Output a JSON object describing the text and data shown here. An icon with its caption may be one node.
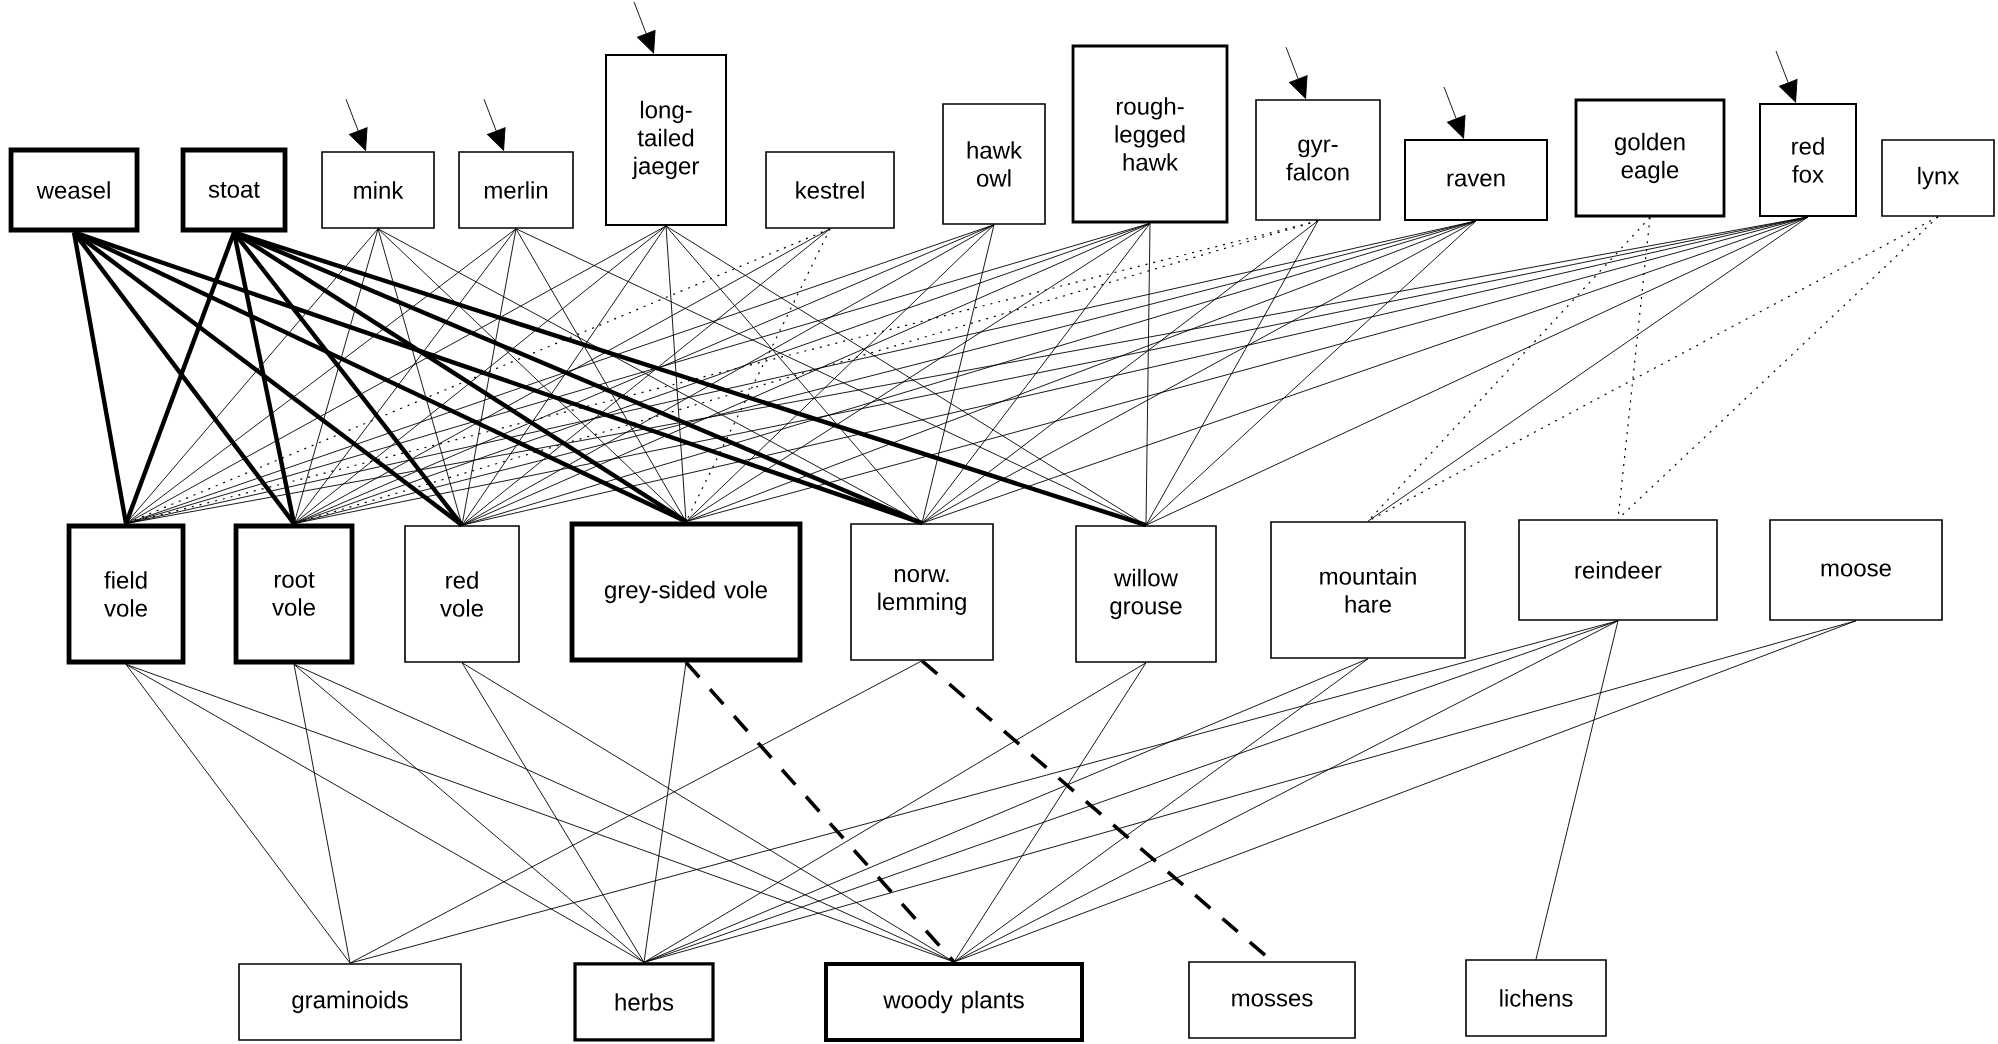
{
  "diagram": {
    "nodes": [
      {
        "text": [
          "weasel"
        ]
      },
      {
        "text": [
          "stoat"
        ]
      },
      {
        "text": [
          "mink"
        ]
      },
      {
        "text": [
          "merlin"
        ]
      },
      {
        "text": [
          "long-tailed jaeger"
        ]
      },
      {
        "text": [
          "kestrel"
        ]
      },
      {
        "text": [
          "hawk owl"
        ]
      },
      {
        "text": [
          "rough-legged hawk"
        ]
      },
      {
        "text": [
          "gyr-falcon"
        ]
      },
      {
        "text": [
          "raven"
        ]
      },
      {
        "text": [
          "golden eagle"
        ]
      },
      {
        "text": [
          "red fox"
        ]
      },
      {
        "text": [
          "lynx"
        ]
      },
      {
        "text": [
          "field vole"
        ]
      },
      {
        "text": [
          "root vole"
        ]
      },
      {
        "text": [
          "red vole"
        ]
      },
      {
        "text": [
          "grey-sided vole"
        ]
      },
      {
        "text": [
          "norw. lemming"
        ]
      },
      {
        "text": [
          "willow grouse"
        ]
      },
      {
        "text": [
          "mountain hare"
        ]
      },
      {
        "text": [
          "reindeer"
        ]
      },
      {
        "text": [
          "moose"
        ]
      },
      {
        "text": [
          "graminoids"
        ]
      },
      {
        "text": [
          "herbs"
        ]
      },
      {
        "text": [
          "woody plants"
        ]
      },
      {
        "text": [
          "mosses"
        ]
      },
      {
        "text": [
          "lichens"
        ]
      }
    ],
    "edges": [
      {
        "from": null,
        "to": 2,
        "arrow": "to"
      },
      {
        "from": null,
        "to": 3,
        "arrow": "to"
      },
      {
        "from": null,
        "to": 4,
        "arrow": "to"
      },
      {
        "from": null,
        "to": 8,
        "arrow": "to"
      },
      {
        "from": null,
        "to": 9,
        "arrow": "to"
      },
      {
        "from": null,
        "to": 11,
        "arrow": "to"
      },
      {
        "from": 0,
        "to": 13,
        "arrow": "none",
        "style": "thick"
      },
      {
        "from": 0,
        "to": 14,
        "arrow": "none",
        "style": "thick"
      },
      {
        "from": 0,
        "to": 15,
        "arrow": "none",
        "style": "thick"
      },
      {
        "from": 0,
        "to": 16,
        "arrow": "none",
        "style": "thick"
      },
      {
        "from": 0,
        "to": 17,
        "arrow": "none",
        "style": "thick"
      },
      {
        "from": 1,
        "to": 13,
        "arrow": "none",
        "style": "thick"
      },
      {
        "from": 1,
        "to": 14,
        "arrow": "none",
        "style": "thick"
      },
      {
        "from": 1,
        "to": 15,
        "arrow": "none",
        "style": "thick"
      },
      {
        "from": 1,
        "to": 16,
        "arrow": "none",
        "style": "thick"
      },
      {
        "from": 1,
        "to": 17,
        "arrow": "none",
        "style": "thick"
      },
      {
        "from": 1,
        "to": 18,
        "arrow": "none",
        "style": "thick"
      },
      {
        "from": 2,
        "to": 13,
        "arrow": "none"
      },
      {
        "from": 2,
        "to": 14,
        "arrow": "none"
      },
      {
        "from": 2,
        "to": 15,
        "arrow": "none"
      },
      {
        "from": 2,
        "to": 16,
        "arrow": "none"
      },
      {
        "from": 2,
        "to": 17,
        "arrow": "none"
      },
      {
        "from": 3,
        "to": 13,
        "arrow": "none"
      },
      {
        "from": 3,
        "to": 14,
        "arrow": "none"
      },
      {
        "from": 3,
        "to": 15,
        "arrow": "none"
      },
      {
        "from": 3,
        "to": 16,
        "arrow": "none"
      },
      {
        "from": 3,
        "to": 18,
        "arrow": "none"
      },
      {
        "from": 4,
        "to": 13,
        "arrow": "none"
      },
      {
        "from": 4,
        "to": 14,
        "arrow": "none"
      },
      {
        "from": 4,
        "to": 15,
        "arrow": "none"
      },
      {
        "from": 4,
        "to": 16,
        "arrow": "none"
      },
      {
        "from": 4,
        "to": 17,
        "arrow": "none"
      },
      {
        "from": 4,
        "to": 18,
        "arrow": "none"
      },
      {
        "from": 5,
        "to": 14,
        "arrow": "none"
      },
      {
        "from": 5,
        "to": 15,
        "arrow": "none"
      },
      {
        "from": 5,
        "to": 13,
        "arrow": "none",
        "style": "dashed"
      },
      {
        "from": 5,
        "to": 16,
        "arrow": "none",
        "style": "dashed"
      },
      {
        "from": 6,
        "to": 13,
        "arrow": "none"
      },
      {
        "from": 6,
        "to": 14,
        "arrow": "none"
      },
      {
        "from": 6,
        "to": 15,
        "arrow": "none"
      },
      {
        "from": 6,
        "to": 16,
        "arrow": "none"
      },
      {
        "from": 6,
        "to": 17,
        "arrow": "none"
      },
      {
        "from": 7,
        "to": 13,
        "arrow": "none"
      },
      {
        "from": 7,
        "to": 14,
        "arrow": "none"
      },
      {
        "from": 7,
        "to": 15,
        "arrow": "none"
      },
      {
        "from": 7,
        "to": 16,
        "arrow": "none"
      },
      {
        "from": 7,
        "to": 17,
        "arrow": "none"
      },
      {
        "from": 7,
        "to": 18,
        "arrow": "none"
      },
      {
        "from": 8,
        "to": 17,
        "arrow": "none"
      },
      {
        "from": 8,
        "to": 18,
        "arrow": "none"
      },
      {
        "from": 8,
        "to": 13,
        "arrow": "none",
        "style": "dashed"
      },
      {
        "from": 8,
        "to": 14,
        "arrow": "none",
        "style": "dashed"
      },
      {
        "from": 9,
        "to": 13,
        "arrow": "none"
      },
      {
        "from": 9,
        "to": 14,
        "arrow": "none"
      },
      {
        "from": 9,
        "to": 15,
        "arrow": "none"
      },
      {
        "from": 9,
        "to": 16,
        "arrow": "none"
      },
      {
        "from": 9,
        "to": 17,
        "arrow": "none"
      },
      {
        "from": 9,
        "to": 18,
        "arrow": "none"
      },
      {
        "from": 10,
        "to": 19,
        "arrow": "none",
        "style": "dashed"
      },
      {
        "from": 10,
        "to": 20,
        "arrow": "none",
        "style": "dashed"
      },
      {
        "from": 11,
        "to": 13,
        "arrow": "none"
      },
      {
        "from": 11,
        "to": 14,
        "arrow": "none"
      },
      {
        "from": 11,
        "to": 15,
        "arrow": "none"
      },
      {
        "from": 11,
        "to": 16,
        "arrow": "none"
      },
      {
        "from": 11,
        "to": 17,
        "arrow": "none"
      },
      {
        "from": 11,
        "to": 18,
        "arrow": "none"
      },
      {
        "from": 11,
        "to": 19,
        "arrow": "none"
      },
      {
        "from": 12,
        "to": 19,
        "arrow": "none",
        "style": "dashed"
      },
      {
        "from": 12,
        "to": 20,
        "arrow": "none",
        "style": "dashed"
      },
      {
        "from": 13,
        "to": 22,
        "arrow": "none"
      },
      {
        "from": 13,
        "to": 23,
        "arrow": "none"
      },
      {
        "from": 13,
        "to": 24,
        "arrow": "none"
      },
      {
        "from": 14,
        "to": 22,
        "arrow": "none"
      },
      {
        "from": 14,
        "to": 23,
        "arrow": "none"
      },
      {
        "from": 14,
        "to": 24,
        "arrow": "none"
      },
      {
        "from": 15,
        "to": 23,
        "arrow": "none"
      },
      {
        "from": 15,
        "to": 24,
        "arrow": "none"
      },
      {
        "from": 16,
        "to": 23,
        "arrow": "none"
      },
      {
        "from": 16,
        "to": 24,
        "arrow": "none",
        "style": "dashed"
      },
      {
        "from": 17,
        "to": 22,
        "arrow": "none"
      },
      {
        "from": 17,
        "to": 25,
        "arrow": "none",
        "style": "dashed"
      },
      {
        "from": 18,
        "to": 23,
        "arrow": "none"
      },
      {
        "from": 18,
        "to": 24,
        "arrow": "none"
      },
      {
        "from": 19,
        "to": 23,
        "arrow": "none"
      },
      {
        "from": 19,
        "to": 24,
        "arrow": "none"
      },
      {
        "from": 20,
        "to": 22,
        "arrow": "none"
      },
      {
        "from": 20,
        "to": 23,
        "arrow": "none"
      },
      {
        "from": 20,
        "to": 24,
        "arrow": "none"
      },
      {
        "from": 20,
        "to": 26,
        "arrow": "none"
      },
      {
        "from": 21,
        "to": 23,
        "arrow": "none"
      },
      {
        "from": 21,
        "to": 24,
        "arrow": "none"
      }
    ]
  }
}
